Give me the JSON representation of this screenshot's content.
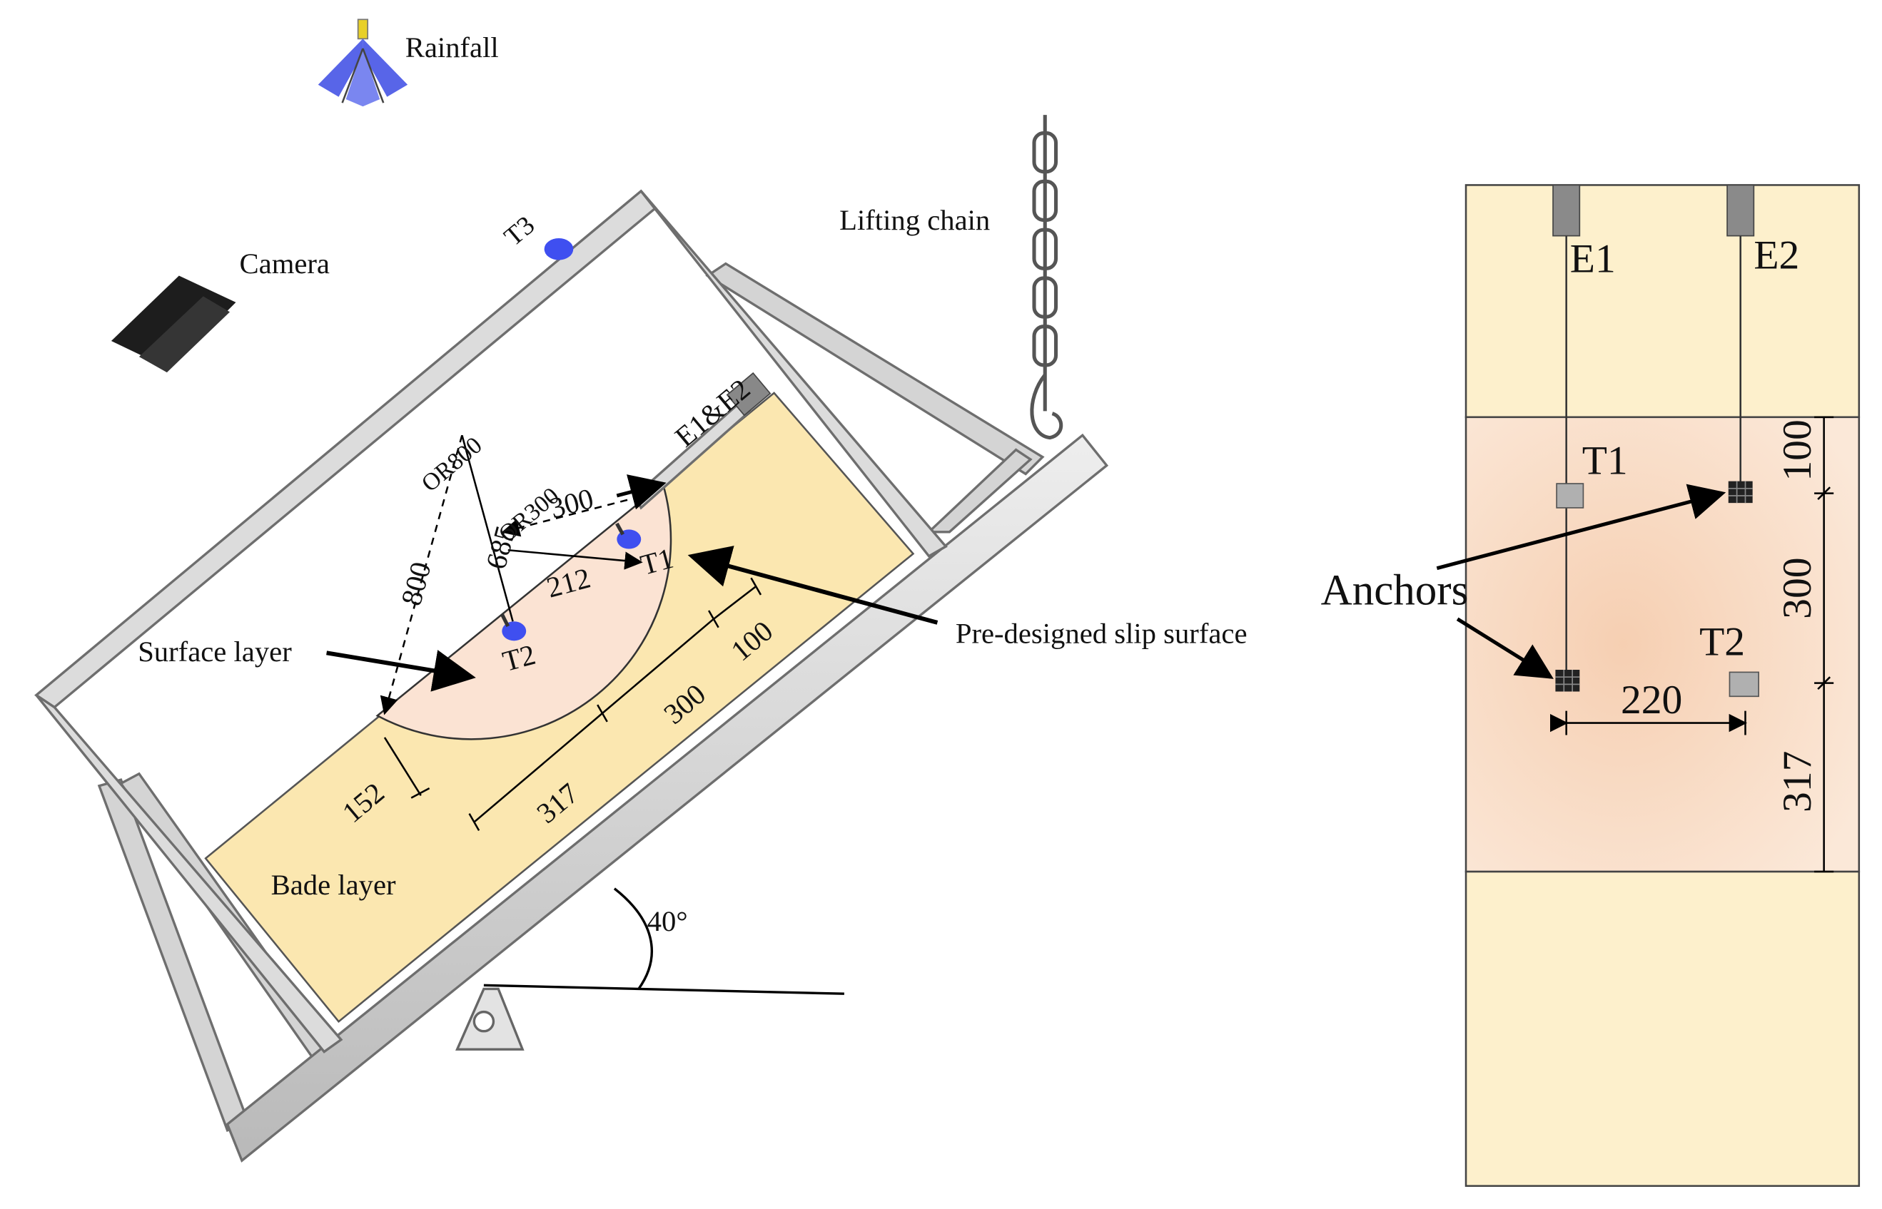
{
  "left_view": {
    "labels": {
      "rainfall": "Rainfall",
      "camera": "Camera",
      "lifting_chain": "Lifting chain",
      "surface_layer": "Surface layer",
      "base_layer": "Bade layer",
      "slip_surface": "Pre-designed slip surface",
      "angle": "40°"
    },
    "sensors": {
      "t1": "T1",
      "t2": "T2",
      "t3": "T3",
      "e1e2": "E1&E2"
    },
    "circles": {
      "o_r800": "OR800",
      "o_r300": "OR300"
    },
    "dimensions": {
      "d800": "800",
      "d685": "685",
      "d300_radius": "300",
      "d212": "212",
      "d100": "100",
      "d300": "300",
      "d317": "317",
      "d152": "152"
    }
  },
  "right_view": {
    "labels": {
      "e1": "E1",
      "e2": "E2",
      "t1": "T1",
      "t2": "T2",
      "anchors": "Anchors"
    },
    "dimensions": {
      "d100": "100",
      "d300": "300",
      "d317": "317",
      "d220": "220"
    }
  },
  "colors": {
    "base_layer": "#fbe7b0",
    "surface_layer": "#fbe3d3",
    "frame": "#d6d6d6",
    "sensor_blue": "#3f4ff0",
    "right_panel": "#fdf0cc",
    "right_slide_zone": "#f6d3b6"
  }
}
